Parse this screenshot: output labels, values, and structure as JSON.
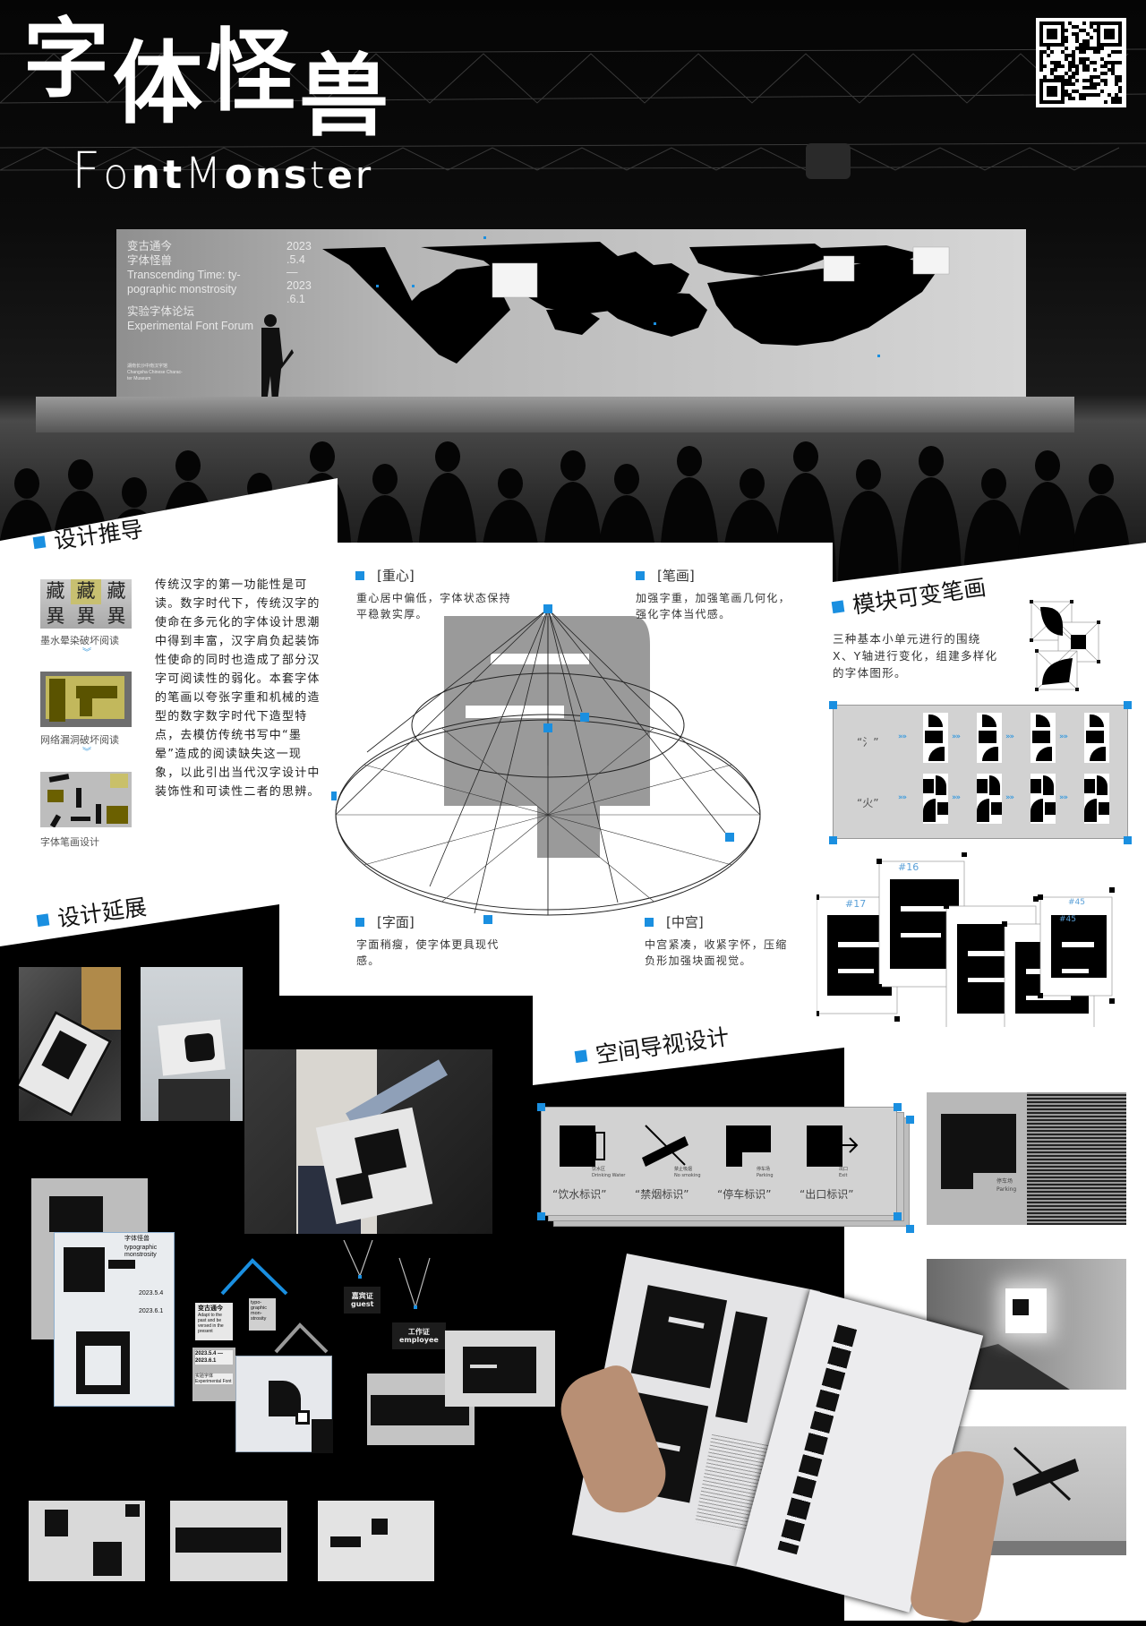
{
  "header": {
    "title_chars": [
      "字",
      "体",
      "怪",
      "兽"
    ],
    "subtitle_letters": [
      "F",
      "o",
      "n",
      "t",
      "M",
      "o",
      "n",
      "s",
      "t",
      "e",
      "r"
    ]
  },
  "qr": {
    "icon": "qr-code-icon"
  },
  "stage_screen": {
    "line1": "变古通今",
    "line2": "字体怪兽",
    "line3": "Transcending Time: ty-",
    "line4": "pographic monstrosity",
    "forum_cn": "实验字体论坛",
    "forum_en": "Experimental Font Forum",
    "date_start_year": "2023",
    "date_start_md": ".5.4",
    "dash": "—",
    "date_end_year": "2023",
    "date_end_md": ".6.1",
    "venue_cn": "湖南长沙中南汉字馆",
    "venue_en": "Changsha Chinese Charac-",
    "venue_en2": "ter Museum"
  },
  "derivation": {
    "heading": "设计推导",
    "steps": [
      {
        "caption": "墨水晕染破坏阅读"
      },
      {
        "caption": "网络漏洞破坏阅读"
      },
      {
        "caption": "字体笔画设计"
      }
    ],
    "sample_chars": [
      "藏",
      "藏",
      "藏",
      "異",
      "異",
      "異"
    ],
    "chevron": "︾",
    "paragraph": "传统汉字的第一功能性是可读。数字时代下，传统汉字的使命在多元化的字体设计思潮中得到丰富，汉字肩负起装饰性使命的同时也造成了部分汉字可阅读性的弱化。本套字体的笔画以夸张字重和机械的造型的数字数字时代下造型特点，去模仿传统书写中“墨晕”造成的阅读缺失这一现象，以此引出当代汉字设计中装饰性和可读性二者的思辨。"
  },
  "principles": [
    {
      "label": "[重心]",
      "desc": "重心居中偏低，字体状态保持平稳敦实厚。"
    },
    {
      "label": "[笔画]",
      "desc": "加强字重，加强笔画几何化，强化字体当代感。"
    },
    {
      "label": "[字面]",
      "desc": "字面稍瘦，使字体更具现代感。"
    },
    {
      "label": "[中宫]",
      "desc": "中宫紧凑，收紧字怀，压缩负形加强块面视觉。"
    }
  ],
  "module": {
    "heading": "模块可变笔画",
    "desc": "三种基本小单元进行的围绕X、Y轴进行变化，组建多样化的字体图形。",
    "rows": [
      {
        "label": "“氵”"
      },
      {
        "label": "“火”"
      }
    ],
    "arrow": "»»",
    "cube_tags": [
      "#16",
      "#17",
      "#45",
      "#45"
    ]
  },
  "extension": {
    "heading": "设计延展",
    "tag1_cn": "变古通今",
    "tag1_en": "Adapt to the past and be versed in the present",
    "tag2": "typo-graphic mon-strosity",
    "tag3": "2023.5.4 —2023.6.1",
    "tag4": "实验字体 Experimental Font",
    "poster_title_cn": "字体怪兽",
    "poster_title_en": "typographic monstrosity",
    "poster_date1": "2023.5.4",
    "poster_date2": "2023.6.1",
    "badge_guest_cn": "嘉宾证",
    "badge_guest_en": "guest",
    "badge_staff_cn": "工作证",
    "badge_staff_en": "employee"
  },
  "wayfinding": {
    "heading": "空间导视设计",
    "signs": [
      {
        "label": "“饮水标识”",
        "en_cn": "饮水区",
        "en": "Drinking Water",
        "icon": "drinking-water-icon"
      },
      {
        "label": "“禁烟标识”",
        "en_cn": "禁止吸烟",
        "en": "No smoking",
        "icon": "no-smoking-icon"
      },
      {
        "label": "“停车标识”",
        "en_cn": "停车场",
        "en": "Parking",
        "icon": "parking-icon"
      },
      {
        "label": "“出口标识”",
        "en_cn": "出口",
        "en": "Exit",
        "icon": "exit-icon"
      }
    ],
    "photo_parking_cn": "停车场",
    "photo_parking_en": "Parking"
  },
  "colors": {
    "accent": "#1a8fe0",
    "black": "#000000",
    "white": "#ffffff",
    "panel_grey": "#d2d2d2",
    "glyph_grey": "#9a9a9a"
  }
}
